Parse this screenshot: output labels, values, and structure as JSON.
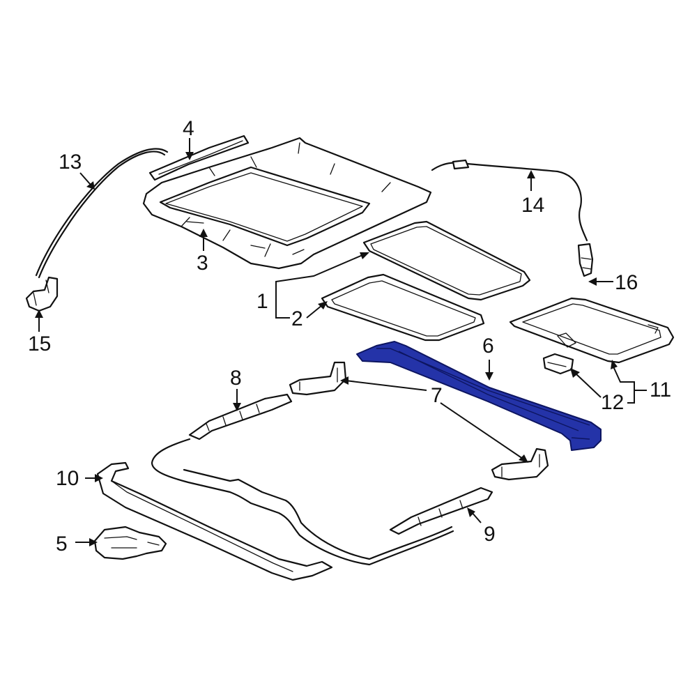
{
  "callouts": {
    "c1": "1",
    "c2": "2",
    "c3": "3",
    "c4": "4",
    "c5": "5",
    "c6": "6",
    "c7": "7",
    "c8": "8",
    "c9": "9",
    "c10": "10",
    "c11": "11",
    "c12": "12",
    "c13": "13",
    "c14": "14",
    "c15": "15",
    "c16": "16"
  },
  "highlighted_part": "6",
  "colors": {
    "highlight": "#2433a8",
    "line": "#111111",
    "background": "#ffffff"
  }
}
